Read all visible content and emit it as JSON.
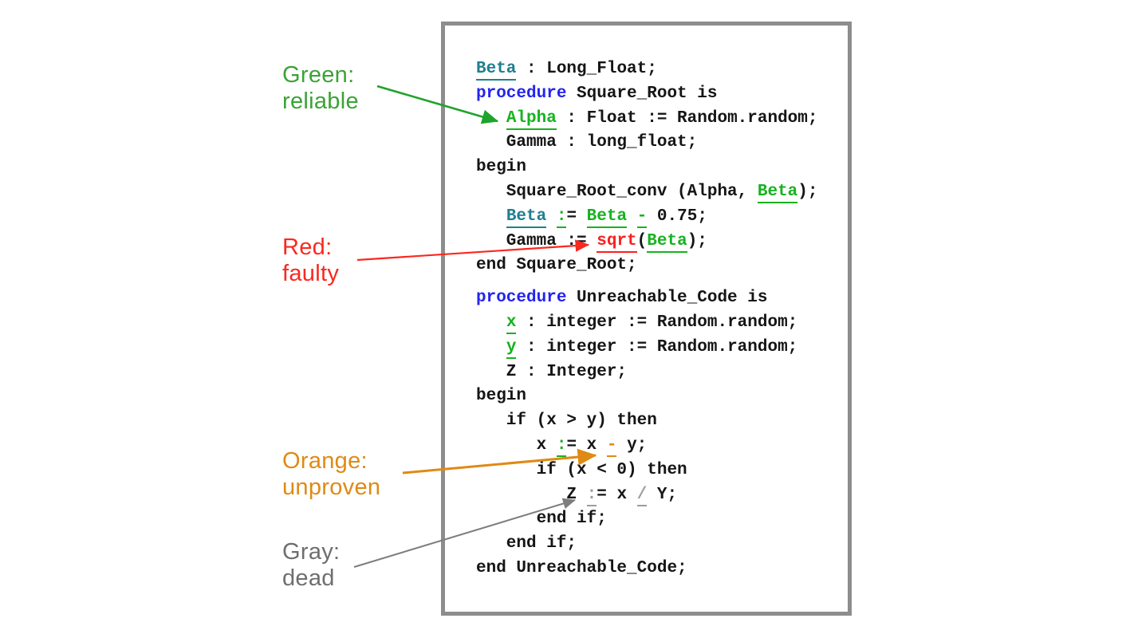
{
  "legend": {
    "annotations": [
      {
        "id": "green",
        "label_lines": [
          "Green:",
          "reliable"
        ],
        "color": "#3aa335",
        "arrow_color": "#1fa32b"
      },
      {
        "id": "red",
        "label_lines": [
          "Red:",
          "faulty"
        ],
        "color": "#fa281f",
        "arrow_color": "#fa281f"
      },
      {
        "id": "orange",
        "label_lines": [
          "Orange:",
          "unproven"
        ],
        "color": "#df8a14",
        "arrow_color": "#df8a14"
      },
      {
        "id": "gray",
        "label_lines": [
          "Gray:",
          "dead"
        ],
        "color": "#6e6e6e",
        "arrow_color": "#7d7d7d"
      }
    ]
  },
  "colors": {
    "panel_border": "#8d8d8d",
    "code_plain": "#151515",
    "code_keyword_blue": "#2424f0",
    "code_teal": "#1f7f8f",
    "code_green": "#17b21f",
    "code_red": "#fb1f1f",
    "code_orange": "#df8a14",
    "code_gray": "#9c9c9c",
    "background": "#ffffff"
  },
  "code": {
    "lines": [
      {
        "gap": false,
        "segments": [
          {
            "t": "Beta",
            "s": "teal"
          },
          {
            "t": " : Long_Float;",
            "s": "p"
          }
        ]
      },
      {
        "gap": false,
        "segments": [
          {
            "t": "procedure",
            "s": "kw"
          },
          {
            "t": " Square_Root is",
            "s": "p"
          }
        ]
      },
      {
        "gap": false,
        "segments": [
          {
            "t": "   ",
            "s": "p"
          },
          {
            "t": "Alpha",
            "s": "g"
          },
          {
            "t": " : Float := Random.random;",
            "s": "p"
          }
        ]
      },
      {
        "gap": false,
        "segments": [
          {
            "t": "   Gamma : long_float;",
            "s": "p"
          }
        ]
      },
      {
        "gap": false,
        "segments": [
          {
            "t": "begin",
            "s": "p"
          }
        ]
      },
      {
        "gap": false,
        "segments": [
          {
            "t": "   Square_Root_conv (Alpha, ",
            "s": "p"
          },
          {
            "t": "Beta",
            "s": "g"
          },
          {
            "t": ");",
            "s": "p"
          }
        ]
      },
      {
        "gap": false,
        "segments": [
          {
            "t": "   ",
            "s": "p"
          },
          {
            "t": "Beta",
            "s": "teal"
          },
          {
            "t": " ",
            "s": "p"
          },
          {
            "t": ":",
            "s": "g"
          },
          {
            "t": "= ",
            "s": "p"
          },
          {
            "t": "Beta",
            "s": "g"
          },
          {
            "t": " ",
            "s": "p"
          },
          {
            "t": "-",
            "s": "g"
          },
          {
            "t": " 0.75;",
            "s": "p"
          }
        ]
      },
      {
        "gap": false,
        "segments": [
          {
            "t": "   Gamma := ",
            "s": "p"
          },
          {
            "t": "sqrt",
            "s": "r"
          },
          {
            "t": "(",
            "s": "p"
          },
          {
            "t": "Beta",
            "s": "g"
          },
          {
            "t": ");",
            "s": "p"
          }
        ]
      },
      {
        "gap": false,
        "segments": [
          {
            "t": "end Square_Root;",
            "s": "p"
          }
        ]
      },
      {
        "gap": true,
        "segments": [
          {
            "t": "procedure",
            "s": "kw"
          },
          {
            "t": " Unreachable_Code is",
            "s": "p"
          }
        ]
      },
      {
        "gap": false,
        "segments": [
          {
            "t": "   ",
            "s": "p"
          },
          {
            "t": "x",
            "s": "g"
          },
          {
            "t": " : integer := Random.random;",
            "s": "p"
          }
        ]
      },
      {
        "gap": false,
        "segments": [
          {
            "t": "   ",
            "s": "p"
          },
          {
            "t": "y",
            "s": "g"
          },
          {
            "t": " : integer := Random.random;",
            "s": "p"
          }
        ]
      },
      {
        "gap": false,
        "segments": [
          {
            "t": "   Z : Integer;",
            "s": "p"
          }
        ]
      },
      {
        "gap": false,
        "segments": [
          {
            "t": "begin",
            "s": "p"
          }
        ]
      },
      {
        "gap": false,
        "segments": [
          {
            "t": "   if (x > y) then",
            "s": "p"
          }
        ]
      },
      {
        "gap": false,
        "segments": [
          {
            "t": "      x ",
            "s": "p"
          },
          {
            "t": ":",
            "s": "g"
          },
          {
            "t": "= x ",
            "s": "p"
          },
          {
            "t": "-",
            "s": "o"
          },
          {
            "t": " y;",
            "s": "p"
          }
        ]
      },
      {
        "gap": false,
        "segments": [
          {
            "t": "      if (x < 0) then",
            "s": "p"
          }
        ]
      },
      {
        "gap": false,
        "segments": [
          {
            "t": "         Z ",
            "s": "p"
          },
          {
            "t": ":",
            "s": "gy"
          },
          {
            "t": "= x ",
            "s": "p"
          },
          {
            "t": "/",
            "s": "gy"
          },
          {
            "t": " Y;",
            "s": "p"
          }
        ]
      },
      {
        "gap": false,
        "segments": [
          {
            "t": "      end if;",
            "s": "p"
          }
        ]
      },
      {
        "gap": false,
        "segments": [
          {
            "t": "   end if;",
            "s": "p"
          }
        ]
      },
      {
        "gap": false,
        "segments": [
          {
            "t": "end Unreachable_Code;",
            "s": "p"
          }
        ]
      }
    ]
  }
}
